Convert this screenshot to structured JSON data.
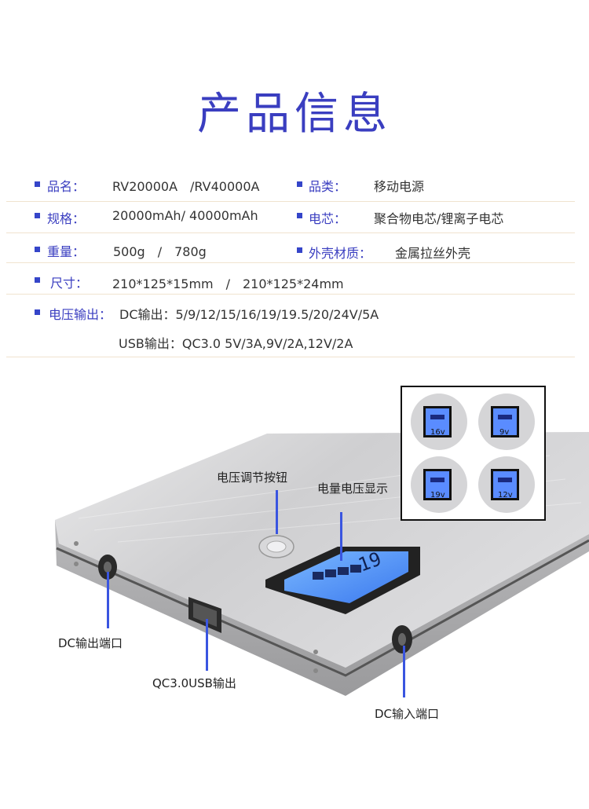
{
  "title": "产品信息",
  "specs": {
    "name_label": "品名：",
    "name_value": "RV20000A　/RV40000A",
    "category_label": "品类：",
    "category_value": "移动电源",
    "spec_label": "规格：",
    "spec_value": "20000mAh/ 40000mAh",
    "core_label": "电芯：",
    "core_value": "聚合物电芯/锂离子电芯",
    "weight_label": "重量：",
    "weight_value": "500g　/　780g",
    "shell_label": "外壳材质：",
    "shell_value": "金属拉丝外壳",
    "size_label": "尺寸：",
    "size_value": "210*125*15mm　/　210*125*24mm",
    "voltage_label": "电压输出：",
    "voltage_dc": "DC输出：5/9/12/15/16/19/19.5/20/24V/5A",
    "voltage_usb": "USB输出：QC3.0 5V/3A,9V/2A,12V/2A"
  },
  "diagram": {
    "button_label": "电压调节按钮",
    "display_label": "电量电压显示",
    "dc_out_label": "DC输出端口",
    "usb_label": "QC3.0USB输出",
    "dc_in_label": "DC输入端口",
    "lcd_reading": "19",
    "inset_readings": [
      "16v",
      "9v",
      "19v",
      "12v"
    ]
  },
  "colors": {
    "accent": "#3a3ec0",
    "marker": "#3545c9",
    "callout_line": "#3a55e0",
    "lcd": "#4a8dff"
  }
}
